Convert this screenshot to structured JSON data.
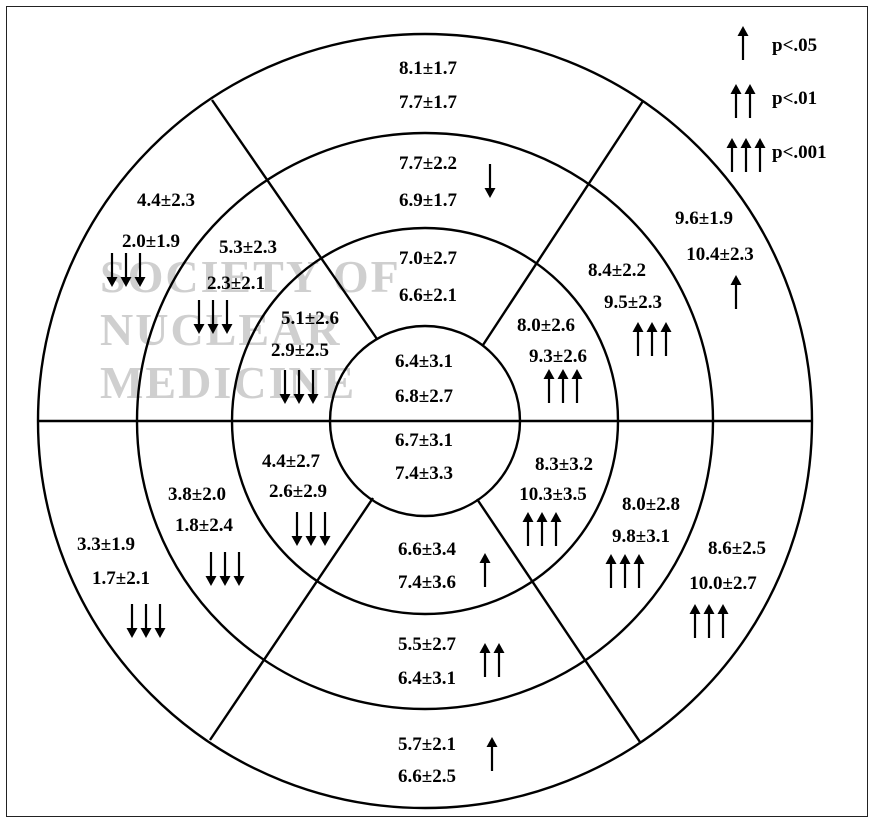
{
  "watermark": [
    "SOCIETY OF",
    "NUCLEAR",
    "MEDICINE"
  ],
  "legend": [
    {
      "count": 1,
      "label": "p<.05"
    },
    {
      "count": 2,
      "label": "p<.01"
    },
    {
      "count": 3,
      "label": "p<.001"
    }
  ],
  "segments": {
    "center": {
      "values": [
        "6.4±3.1",
        "6.8±2.7",
        "6.7±3.1",
        "7.4±3.3"
      ]
    },
    "inner_top": {
      "values": [
        "7.0±2.7",
        "6.6±2.1"
      ]
    },
    "inner_upper_right": {
      "values": [
        "8.0±2.6",
        "9.3±2.6"
      ],
      "arrow": {
        "dir": "up",
        "count": 3
      }
    },
    "inner_upper_left": {
      "values": [
        "5.1±2.6",
        "2.9±2.5"
      ],
      "arrow": {
        "dir": "down",
        "count": 3
      }
    },
    "inner_lower_left": {
      "values": [
        "4.4±2.7",
        "2.6±2.9"
      ],
      "arrow": {
        "dir": "down",
        "count": 3
      }
    },
    "inner_lower_right": {
      "values": [
        "8.3±3.2",
        "10.3±3.5"
      ],
      "arrow": {
        "dir": "up",
        "count": 3
      }
    },
    "inner_bottom": {
      "values": [
        "6.6±3.4",
        "7.4±3.6"
      ],
      "arrow": {
        "dir": "up",
        "count": 1
      }
    },
    "mid_top": {
      "values": [
        "7.7±2.2",
        "6.9±1.7"
      ],
      "arrow": {
        "dir": "down",
        "count": 1
      }
    },
    "mid_upper_right": {
      "values": [
        "8.4±2.2",
        "9.5±2.3"
      ],
      "arrow": {
        "dir": "up",
        "count": 3
      }
    },
    "mid_upper_left": {
      "values": [
        "5.3±2.3",
        "2.3±2.1"
      ],
      "arrow": {
        "dir": "down",
        "count": 3
      }
    },
    "mid_lower_left": {
      "values": [
        "3.8±2.0",
        "1.8±2.4"
      ],
      "arrow": {
        "dir": "down",
        "count": 3
      }
    },
    "mid_lower_right": {
      "values": [
        "8.0±2.8",
        "9.8±3.1"
      ],
      "arrow": {
        "dir": "up",
        "count": 3
      }
    },
    "mid_bottom": {
      "values": [
        "5.5±2.7",
        "6.4±3.1"
      ],
      "arrow": {
        "dir": "up",
        "count": 2
      }
    },
    "outer_top": {
      "values": [
        "8.1±1.7",
        "7.7±1.7"
      ]
    },
    "outer_upper_right": {
      "values": [
        "9.6±1.9",
        "10.4±2.3"
      ],
      "arrow": {
        "dir": "up",
        "count": 1
      }
    },
    "outer_upper_left": {
      "values": [
        "4.4±2.3",
        "2.0±1.9"
      ],
      "arrow": {
        "dir": "down",
        "count": 3
      }
    },
    "outer_lower_left": {
      "values": [
        "3.3±1.9",
        "1.7±2.1"
      ],
      "arrow": {
        "dir": "down",
        "count": 3
      }
    },
    "outer_lower_right": {
      "values": [
        "8.6±2.5",
        "10.0±2.7"
      ],
      "arrow": {
        "dir": "up",
        "count": 3
      }
    },
    "outer_bottom": {
      "values": [
        "5.7±2.1",
        "6.6±2.5"
      ],
      "arrow": {
        "dir": "up",
        "count": 1
      }
    }
  }
}
